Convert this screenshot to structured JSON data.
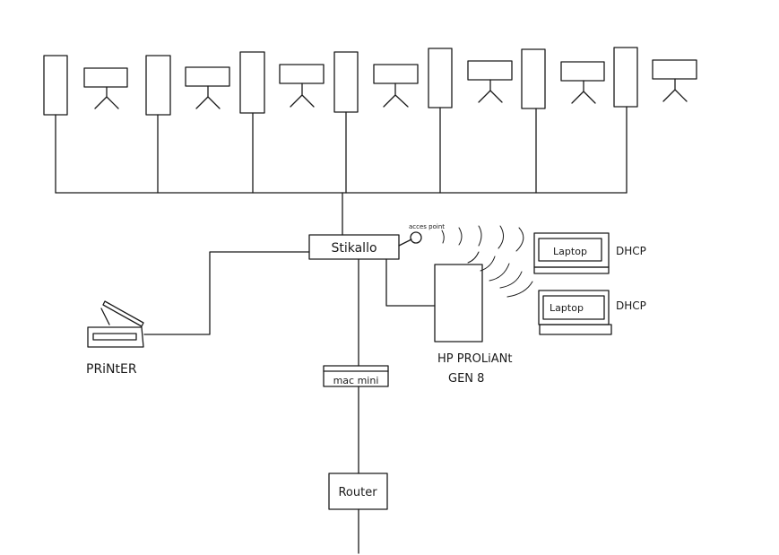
{
  "switch_label": "Stikallo",
  "access_point_label": "acces point",
  "server_label_line1": "HP PROLiANt",
  "server_label_line2": "GEN 8",
  "laptop_labels": [
    "Laptop",
    "Laptop"
  ],
  "dhcp_labels": [
    "DHCP",
    "DHCP"
  ],
  "printer_label": "PRiNtER",
  "mac_mini_label": "mac mini",
  "router_label": "Router"
}
